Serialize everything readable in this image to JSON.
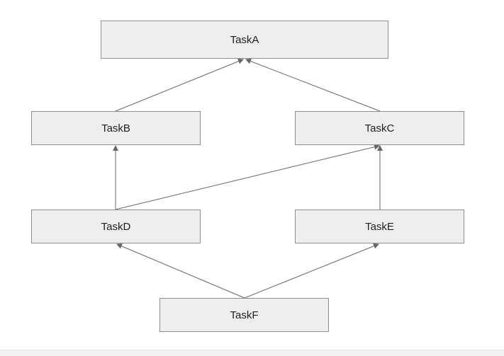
{
  "nodes": [
    {
      "id": "a",
      "label": "TaskA"
    },
    {
      "id": "b",
      "label": "TaskB"
    },
    {
      "id": "c",
      "label": "TaskC"
    },
    {
      "id": "d",
      "label": "TaskD"
    },
    {
      "id": "e",
      "label": "TaskE"
    },
    {
      "id": "f",
      "label": "TaskF"
    }
  ],
  "edges": [
    {
      "from": "TaskB",
      "to": "TaskA"
    },
    {
      "from": "TaskC",
      "to": "TaskA"
    },
    {
      "from": "TaskD",
      "to": "TaskB"
    },
    {
      "from": "TaskD",
      "to": "TaskC"
    },
    {
      "from": "TaskE",
      "to": "TaskC"
    },
    {
      "from": "TaskF",
      "to": "TaskD"
    },
    {
      "from": "TaskF",
      "to": "TaskE"
    }
  ],
  "colors": {
    "node_fill": "#eeeeee",
    "node_border": "#8f8f8f",
    "edge": "#666666",
    "text": "#1f1f1f"
  }
}
